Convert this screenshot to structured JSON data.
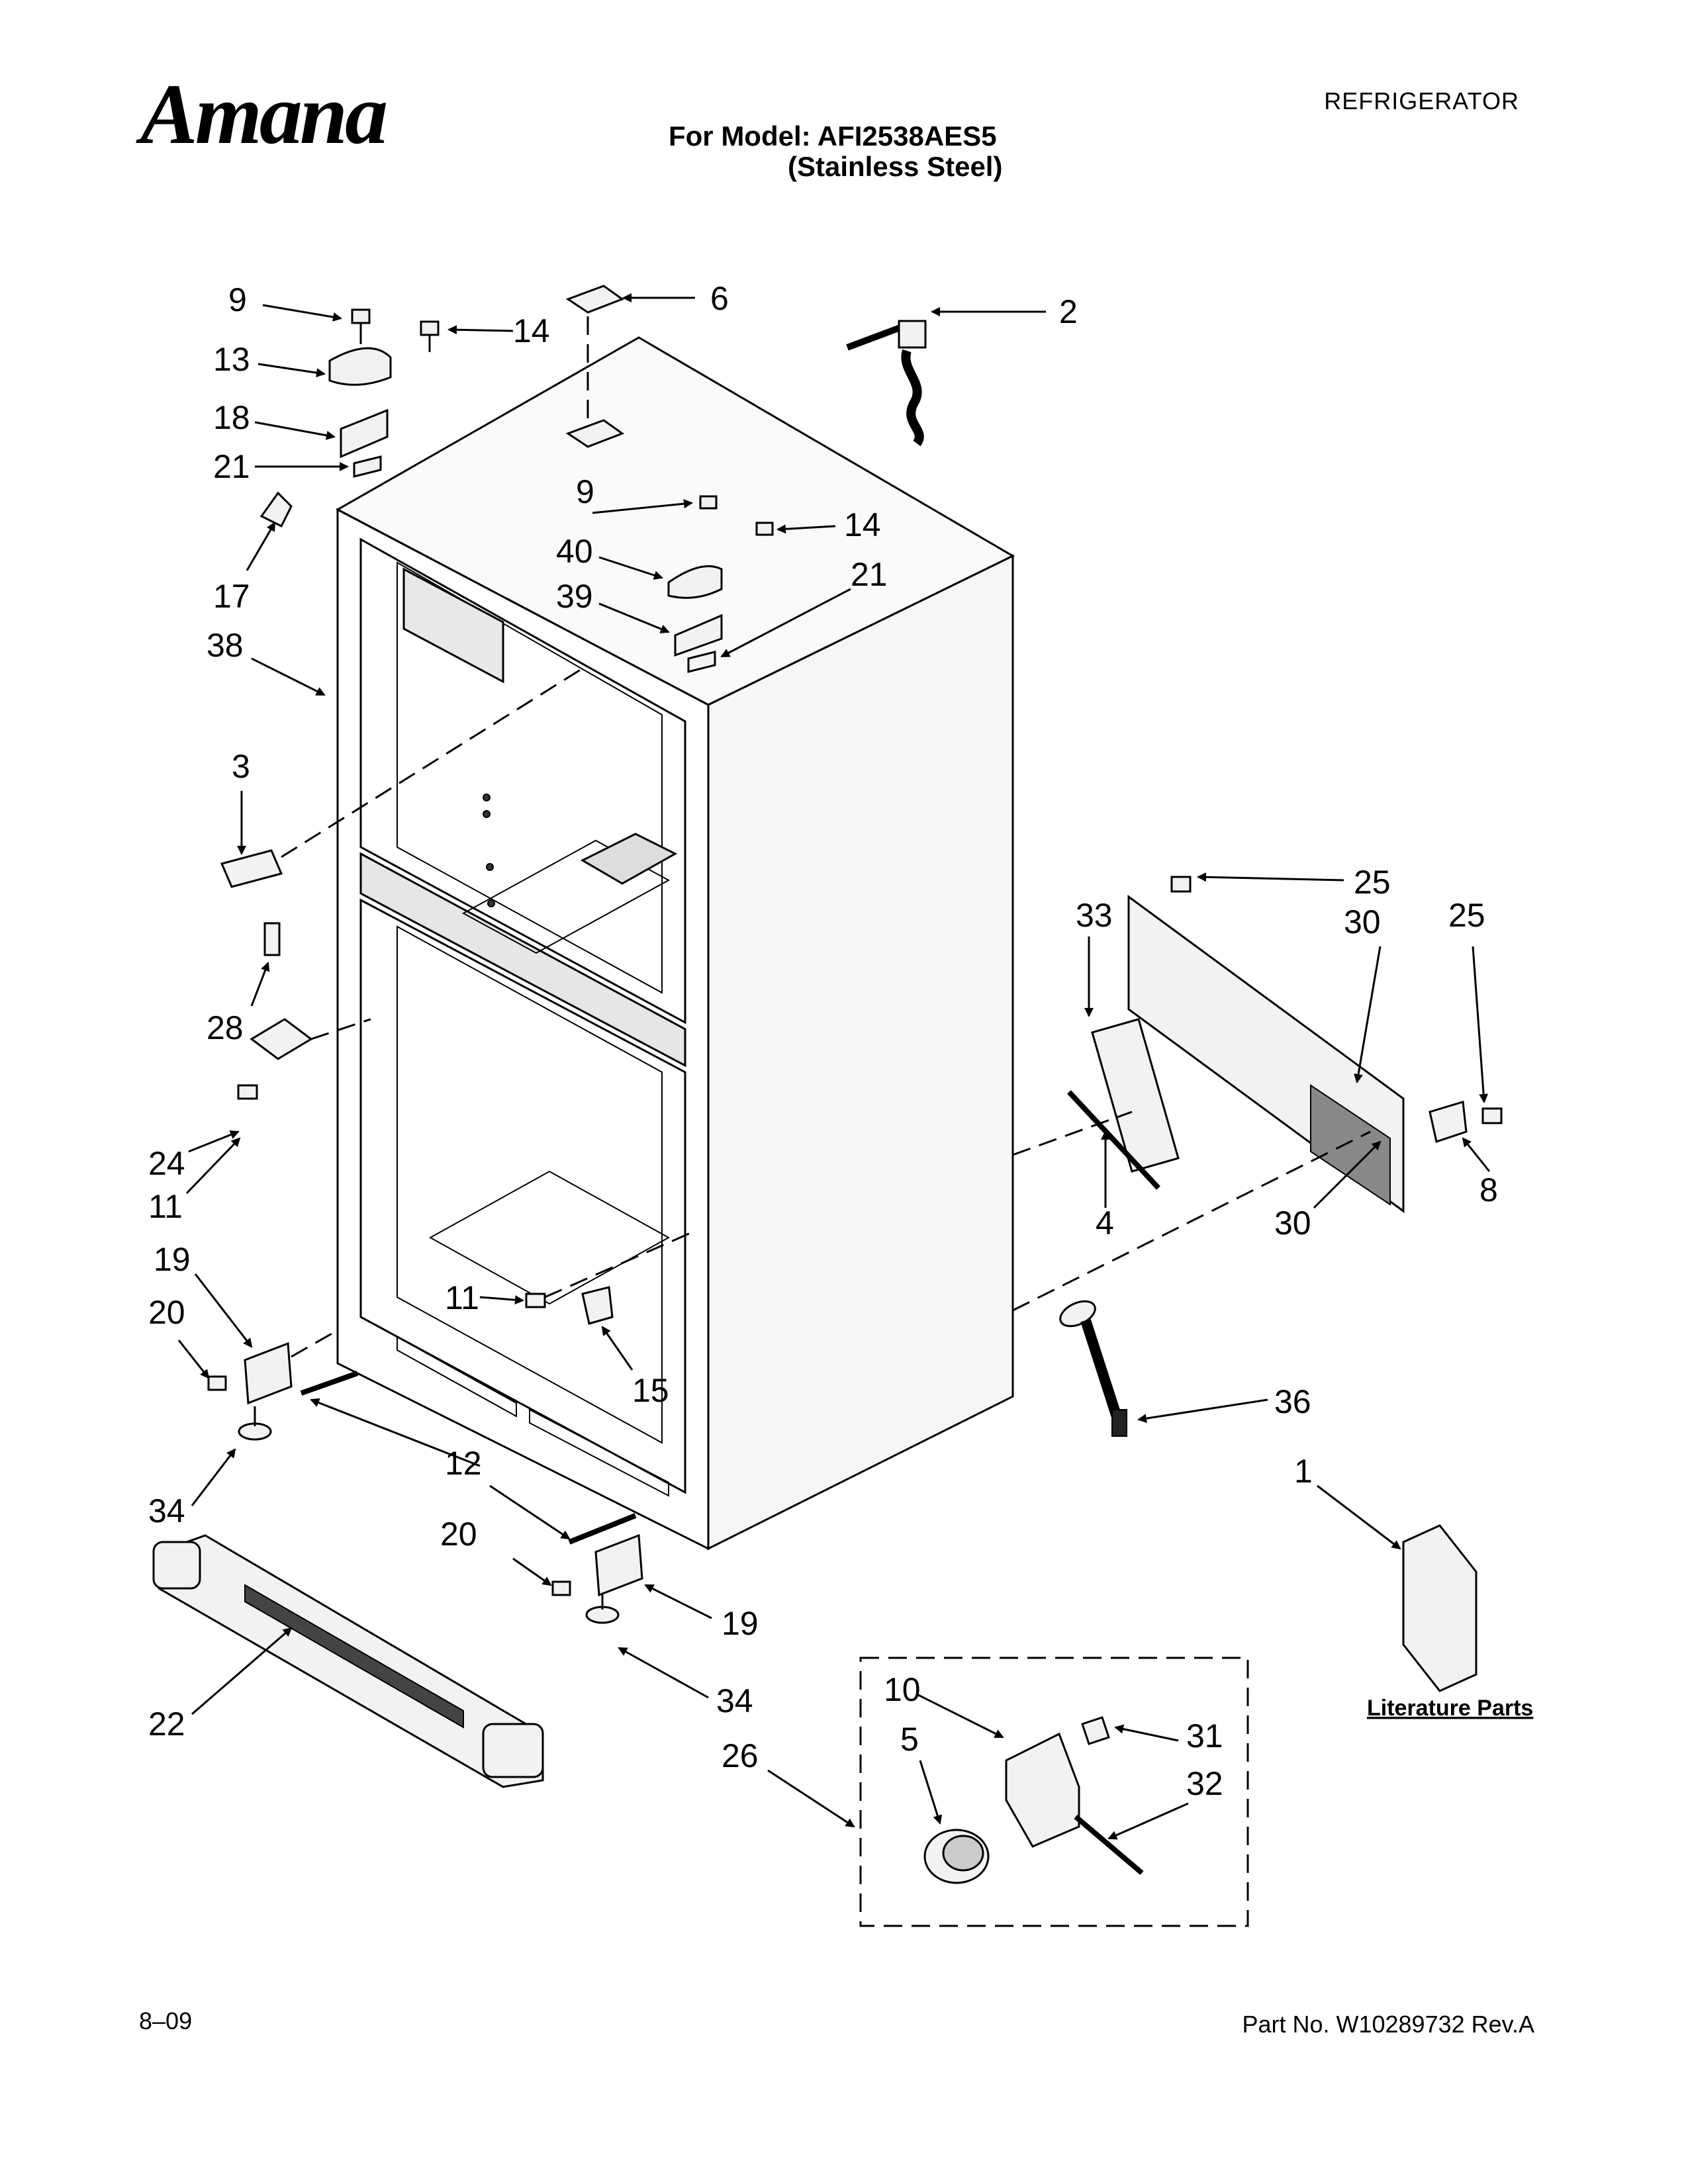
{
  "header": {
    "brand": "Amana",
    "document_type": "REFRIGERATOR",
    "model_line": "For Model: AFI2538AES5",
    "finish_line": "(Stainless Steel)"
  },
  "footer": {
    "date": "8–09",
    "part_number": "Part No. W10289732 Rev.A"
  },
  "literature_label": "Literature Parts",
  "callouts": [
    {
      "id": "c9a",
      "label": "9"
    },
    {
      "id": "c14a",
      "label": "14"
    },
    {
      "id": "c6",
      "label": "6"
    },
    {
      "id": "c2",
      "label": "2"
    },
    {
      "id": "c13",
      "label": "13"
    },
    {
      "id": "c18",
      "label": "18"
    },
    {
      "id": "c21a",
      "label": "21"
    },
    {
      "id": "c9b",
      "label": "9"
    },
    {
      "id": "c14b",
      "label": "14"
    },
    {
      "id": "c40",
      "label": "40"
    },
    {
      "id": "c39",
      "label": "39"
    },
    {
      "id": "c21b",
      "label": "21"
    },
    {
      "id": "c17",
      "label": "17"
    },
    {
      "id": "c38",
      "label": "38"
    },
    {
      "id": "c3",
      "label": "3"
    },
    {
      "id": "c28",
      "label": "28"
    },
    {
      "id": "c24",
      "label": "24"
    },
    {
      "id": "c11a",
      "label": "11"
    },
    {
      "id": "c19a",
      "label": "19"
    },
    {
      "id": "c20a",
      "label": "20"
    },
    {
      "id": "c11b",
      "label": "11"
    },
    {
      "id": "c15",
      "label": "15"
    },
    {
      "id": "c34a",
      "label": "34"
    },
    {
      "id": "c12",
      "label": "12"
    },
    {
      "id": "c20b",
      "label": "20"
    },
    {
      "id": "c19b",
      "label": "19"
    },
    {
      "id": "c34b",
      "label": "34"
    },
    {
      "id": "c22",
      "label": "22"
    },
    {
      "id": "c25a",
      "label": "25"
    },
    {
      "id": "c33",
      "label": "33"
    },
    {
      "id": "c30a",
      "label": "30"
    },
    {
      "id": "c25b",
      "label": "25"
    },
    {
      "id": "c4",
      "label": "4"
    },
    {
      "id": "c30b",
      "label": "30"
    },
    {
      "id": "c8",
      "label": "8"
    },
    {
      "id": "c36",
      "label": "36"
    },
    {
      "id": "c1",
      "label": "1"
    },
    {
      "id": "c10",
      "label": "10"
    },
    {
      "id": "c5",
      "label": "5"
    },
    {
      "id": "c26",
      "label": "26"
    },
    {
      "id": "c31",
      "label": "31"
    },
    {
      "id": "c32",
      "label": "32"
    }
  ]
}
